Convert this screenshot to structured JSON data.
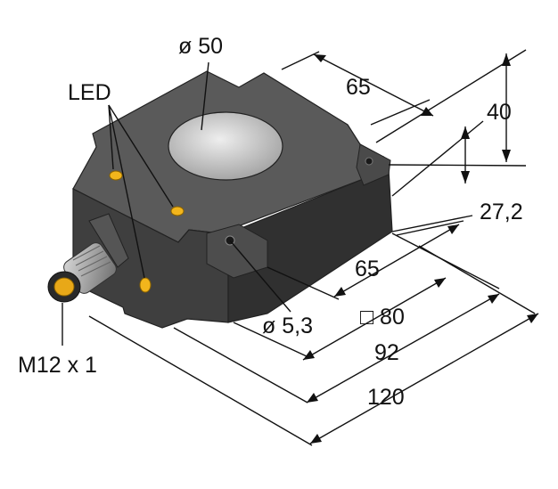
{
  "labels": {
    "led": "LED",
    "hole_diameter": "ø 50",
    "width_top": "65",
    "height_total": "40",
    "height_body": "27,2",
    "depth_hole_spacing": "65",
    "mount_hole": "ø 5,3",
    "square_size": "□ 80",
    "length_92": "92",
    "length_120": "120",
    "connector": "M12 x 1"
  },
  "colors": {
    "body_top": "#595959",
    "body_front": "#3d3d3d",
    "body_side": "#2e2e2e",
    "hole": "#cfcfcf",
    "led": "#f2b51c",
    "connector": "#9a9a9a",
    "connector_tip": "#e8a818"
  }
}
